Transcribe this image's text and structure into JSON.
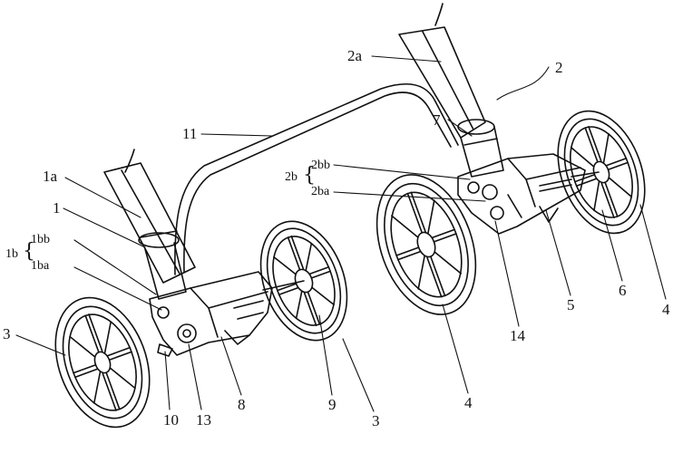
{
  "labels": {
    "l_2a": "2a",
    "l_2": "2",
    "l_11": "11",
    "l_7": "7",
    "l_2b": "2b",
    "l_2bb": "2bb",
    "l_2ba": "2ba",
    "l_1a": "1a",
    "l_1": "1",
    "l_1b": "1b",
    "l_1bb": "1bb",
    "l_1ba": "1ba",
    "l_3_left": "3",
    "l_10": "10",
    "l_13": "13",
    "l_8": "8",
    "l_9": "9",
    "l_3_mid": "3",
    "l_4_mid": "4",
    "l_14": "14",
    "l_5": "5",
    "l_6": "6",
    "l_4_right": "4"
  },
  "colors": {
    "stroke": "#111111",
    "background": "#ffffff"
  }
}
